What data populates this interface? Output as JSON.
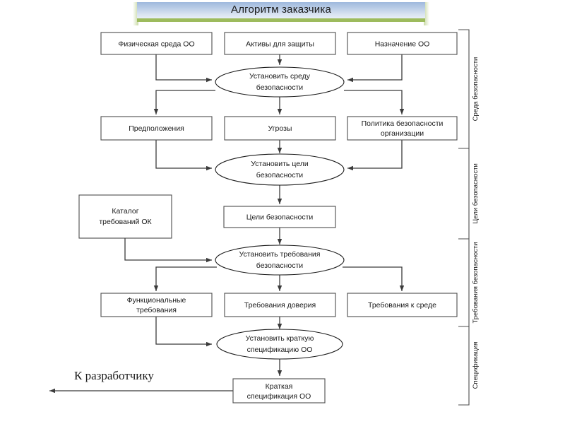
{
  "title": {
    "text": "Алгоритм заказчика",
    "banner_gradient_top": "#9fb9dd",
    "banner_gradient_bottom": "#e8eef7",
    "banner_accent": "#9dbb5d"
  },
  "diagram": {
    "type": "flowchart",
    "outside_label": "К разработчику",
    "rows": [
      {
        "id": "row-inputs-1",
        "boxes": [
          {
            "id": "box-physical-env",
            "label_line1": "Физическая среда ОО",
            "label_line2": ""
          },
          {
            "id": "box-assets",
            "label_line1": "Активы для защиты",
            "label_line2": ""
          },
          {
            "id": "box-toe-purpose",
            "label_line1": "Назначение ОО",
            "label_line2": ""
          }
        ]
      },
      {
        "id": "row-process-1",
        "ellipse": {
          "id": "ellipse-set-security-env",
          "label_line1": "Установить среду",
          "label_line2": "безопасности"
        }
      },
      {
        "id": "row-inputs-2",
        "boxes": [
          {
            "id": "box-assumptions",
            "label_line1": "Предположения",
            "label_line2": ""
          },
          {
            "id": "box-threats",
            "label_line1": "Угрозы",
            "label_line2": ""
          },
          {
            "id": "box-org-policy",
            "label_line1": "Политика безопасности",
            "label_line2": "организации"
          }
        ]
      },
      {
        "id": "row-process-2",
        "ellipse": {
          "id": "ellipse-set-security-objectives",
          "label_line1": "Установить цели",
          "label_line2": "безопасности"
        }
      },
      {
        "id": "row-mid",
        "boxes": [
          {
            "id": "box-cc-catalog",
            "label_line1": "Каталог",
            "label_line2": "требований ОК"
          },
          {
            "id": "box-security-objectives",
            "label_line1": "Цели безопасности",
            "label_line2": ""
          }
        ]
      },
      {
        "id": "row-process-3",
        "ellipse": {
          "id": "ellipse-set-security-requirements",
          "label_line1": "Установить требования",
          "label_line2": "безопасности"
        }
      },
      {
        "id": "row-requirements",
        "boxes": [
          {
            "id": "box-functional-requirements",
            "label_line1": "Функциональные",
            "label_line2": "требования"
          },
          {
            "id": "box-assurance-requirements",
            "label_line1": "Требования доверия",
            "label_line2": ""
          },
          {
            "id": "box-environment-requirements",
            "label_line1": "Требования к среде",
            "label_line2": ""
          }
        ]
      },
      {
        "id": "row-process-4",
        "ellipse": {
          "id": "ellipse-set-toe-summary-spec",
          "label_line1": "Установить краткую",
          "label_line2": "спецификацию ОО"
        }
      },
      {
        "id": "row-output",
        "boxes": [
          {
            "id": "box-toe-summary-spec",
            "label_line1": "Краткая",
            "label_line2": "спецификация ОО"
          }
        ]
      }
    ],
    "brackets": [
      {
        "id": "bracket-security-env",
        "label": "Среда безопасности"
      },
      {
        "id": "bracket-security-objectives",
        "label": "Цели безопасности"
      },
      {
        "id": "bracket-security-requirements",
        "label": "Требования  безопасности"
      },
      {
        "id": "bracket-specification",
        "label": "Спецификация"
      }
    ]
  }
}
